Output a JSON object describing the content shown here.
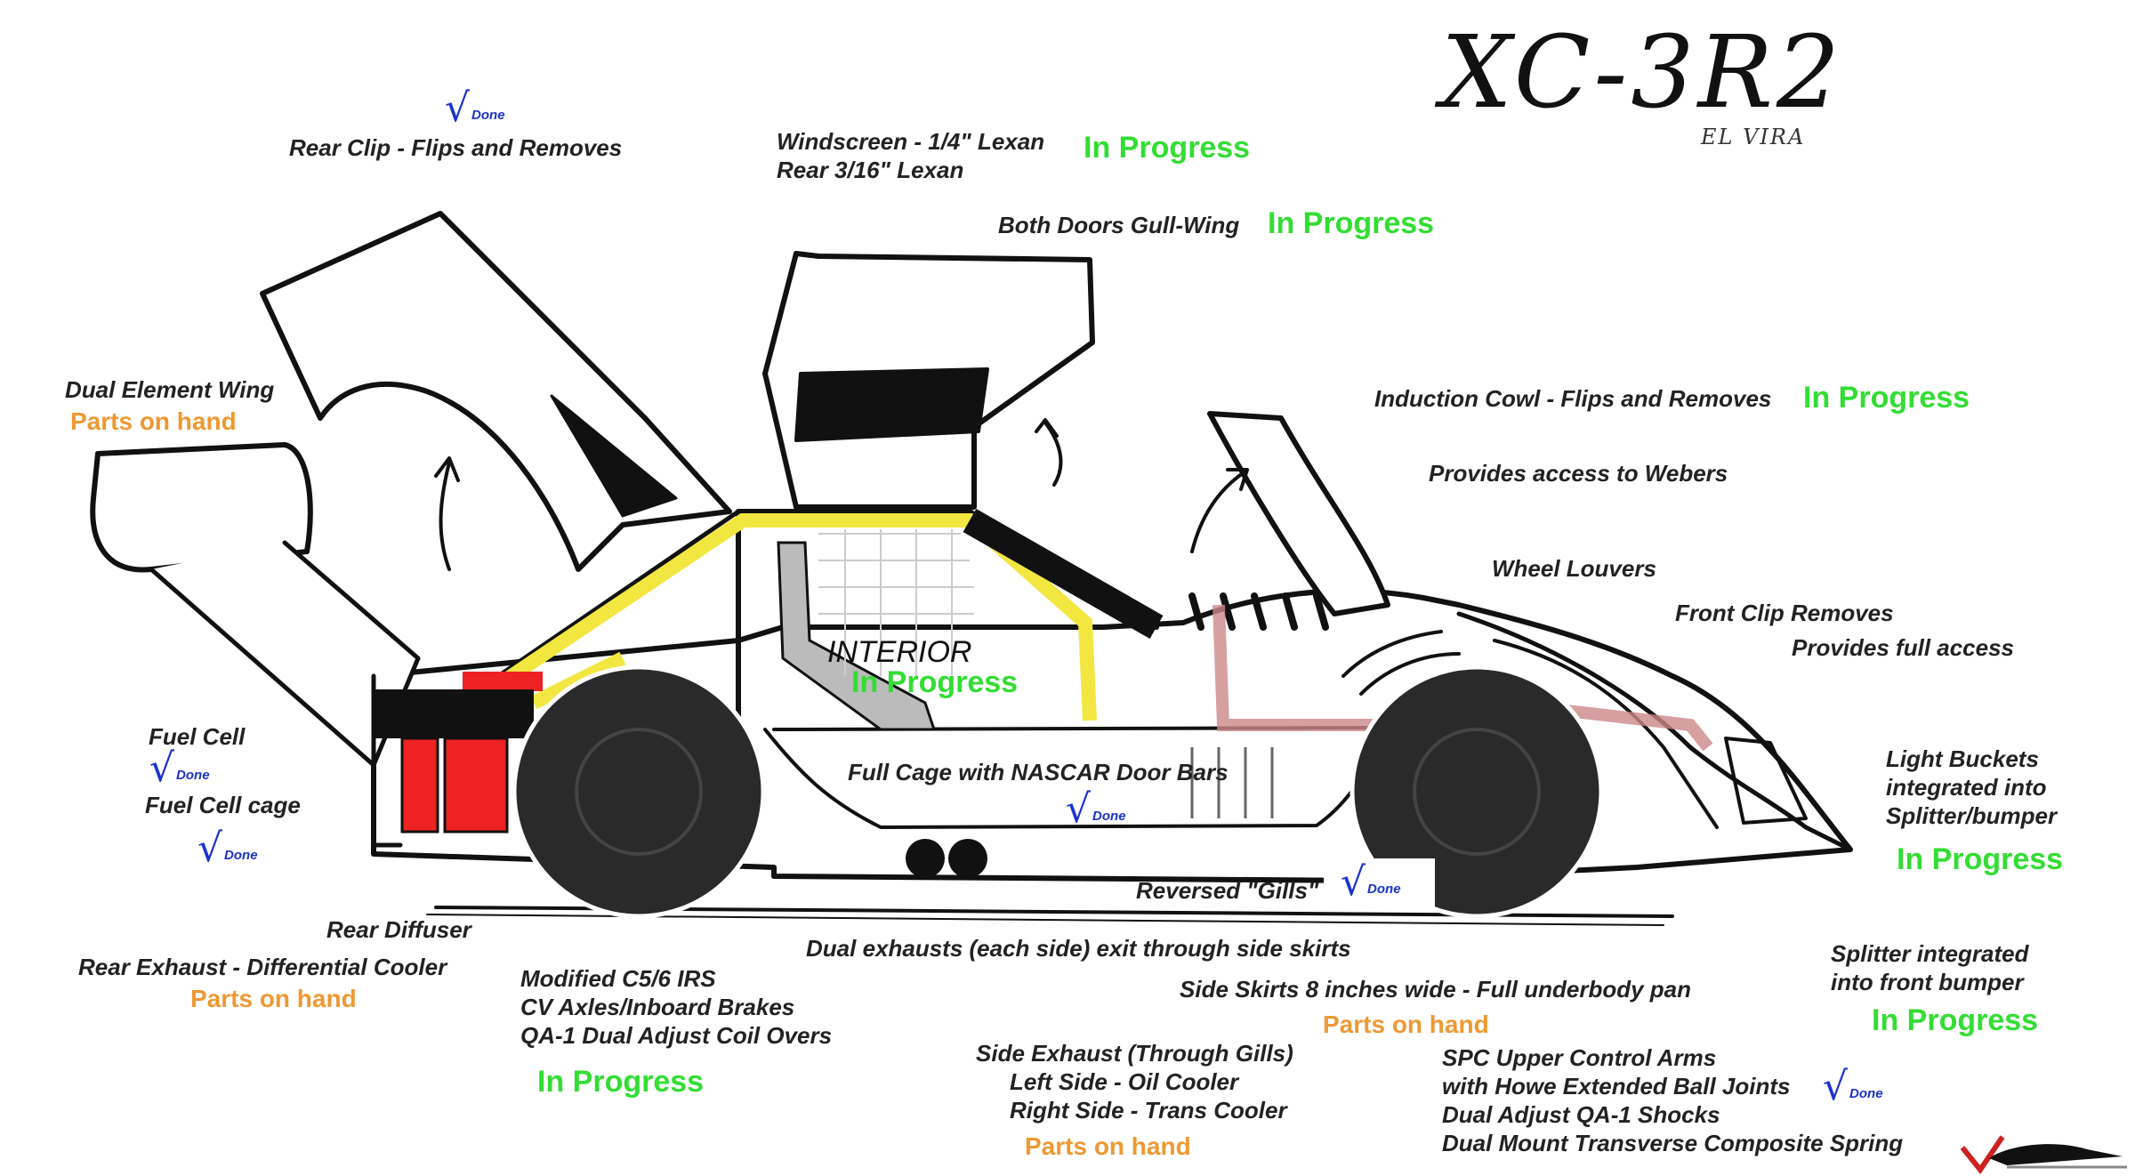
{
  "header": {
    "title": "XC-3R2",
    "subtitle": "EL VIRA"
  },
  "status_labels": {
    "in_progress": "In Progress",
    "parts_on_hand": "Parts on hand",
    "done": "Done"
  },
  "colors": {
    "in_progress": "#33dd33",
    "parts_on_hand": "#ee9933",
    "done": "#1a33cc",
    "label_text": "#222222",
    "cage_highlight": "#f2e640",
    "tail_light": "#ee2222",
    "car_outline": "#111111"
  },
  "labels": {
    "rear_clip": "Rear Clip - Flips and Removes",
    "windscreen_line1": "Windscreen - 1/4\" Lexan",
    "windscreen_line2": "Rear 3/16\" Lexan",
    "both_doors": "Both Doors Gull-Wing",
    "dual_wing": "Dual Element Wing",
    "induction_cowl": "Induction Cowl - Flips and Removes",
    "webers": "Provides access to Webers",
    "wheel_louvers": "Wheel Louvers",
    "front_clip": "Front Clip Removes",
    "full_access": "Provides full access",
    "interior": "INTERIOR",
    "fuel_cell": "Fuel Cell",
    "fuel_cell_cage": "Fuel Cell cage",
    "full_cage": "Full Cage with NASCAR Door Bars",
    "light_buckets_line1": "Light Buckets",
    "light_buckets_line2": "integrated into",
    "light_buckets_line3": "Splitter/bumper",
    "reversed_gills": "Reversed \"Gills\"",
    "rear_diffuser": "Rear Diffuser",
    "dual_exhausts": "Dual exhausts (each side) exit through side skirts",
    "rear_exhaust": "Rear Exhaust - Differential Cooler",
    "splitter_line1": "Splitter integrated",
    "splitter_line2": "into front bumper",
    "side_skirts": "Side Skirts 8 inches wide - Full underbody pan",
    "irs_line1": "Modified C5/6 IRS",
    "irs_line2": "CV Axles/Inboard Brakes",
    "irs_line3": "QA-1 Dual Adjust Coil Overs",
    "side_exhaust_line1": "Side Exhaust (Through Gills)",
    "side_exhaust_line2": "Left Side - Oil Cooler",
    "side_exhaust_line3": "Right Side - Trans Cooler",
    "front_susp_line1": "SPC Upper Control Arms",
    "front_susp_line2": "with Howe Extended Ball Joints",
    "front_susp_line3": "Dual Adjust QA-1 Shocks",
    "front_susp_line4": "Dual Mount Transverse Composite Spring"
  },
  "icons": {
    "checkmark": "√",
    "logo": "v-logo-icon"
  }
}
